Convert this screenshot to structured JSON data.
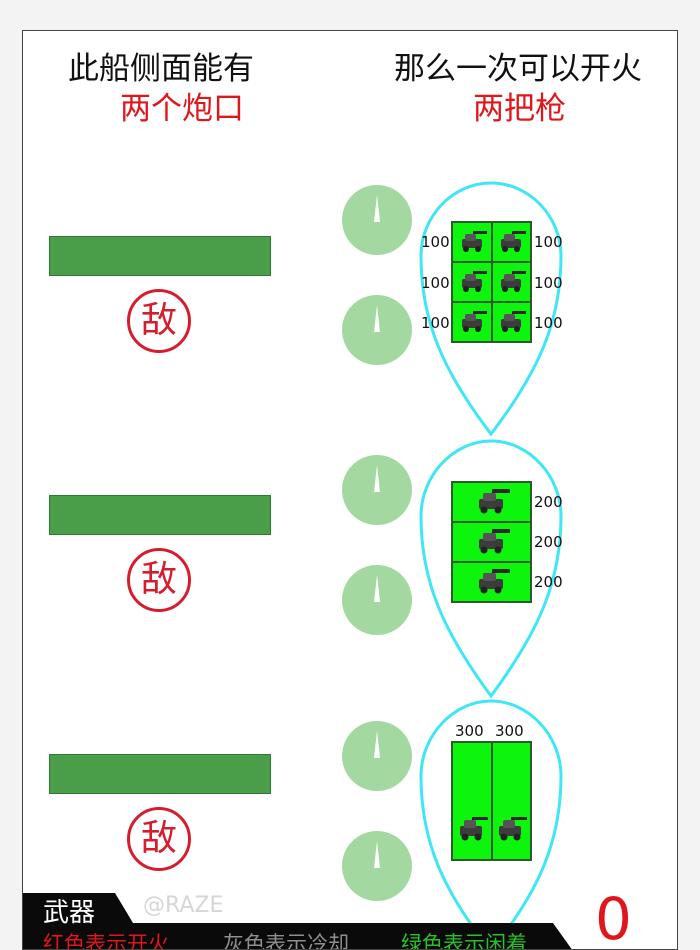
{
  "header": {
    "left_line1": "此船侧面能有",
    "left_line2": "两个炮口",
    "right_line1": "那么一次可以开火",
    "right_line2": "两把枪"
  },
  "enemy_label": "敌",
  "panels": [
    {
      "labels_left": [
        "100",
        "100",
        "100"
      ],
      "labels_right": [
        "100",
        "100",
        "100"
      ]
    },
    {
      "labels_right": [
        "200",
        "200",
        "200"
      ]
    },
    {
      "labels_top": [
        "300",
        "300"
      ]
    }
  ],
  "bottom": {
    "title": "武器",
    "legend_red": "红色表示开火",
    "legend_gray": "灰色表示冷却",
    "legend_green": "绿色表示闲着",
    "counter": "0",
    "watermark": "@RAZE"
  },
  "colors": {
    "grid_green": "#0df50d",
    "gauge_green": "#a3d8a1",
    "outline_cyan": "#3fe6f5",
    "enemy_red": "#d41e2e",
    "text_red": "#e0161d"
  }
}
